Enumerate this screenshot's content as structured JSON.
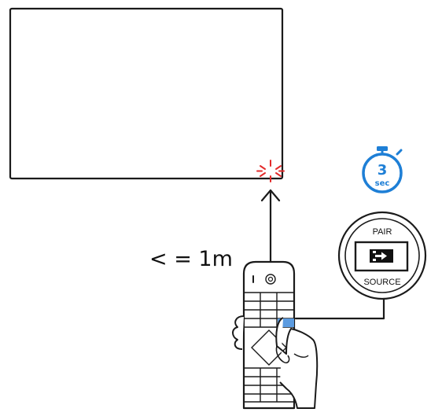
{
  "distance_label": "< = 1m",
  "timer": {
    "value": "3",
    "unit": "sec",
    "color": "#1e7fd6"
  },
  "pair_button": {
    "top_label": "PAIR",
    "bottom_label": "SOURCE"
  },
  "colors": {
    "line": "#1a1a1a",
    "ir_signal": "#e32b2b",
    "highlight_key": "#5b9be0"
  },
  "icons": [
    "ir-receiver-burst-icon",
    "stopwatch-icon",
    "source-input-icon",
    "hand-icon",
    "power-icon"
  ]
}
